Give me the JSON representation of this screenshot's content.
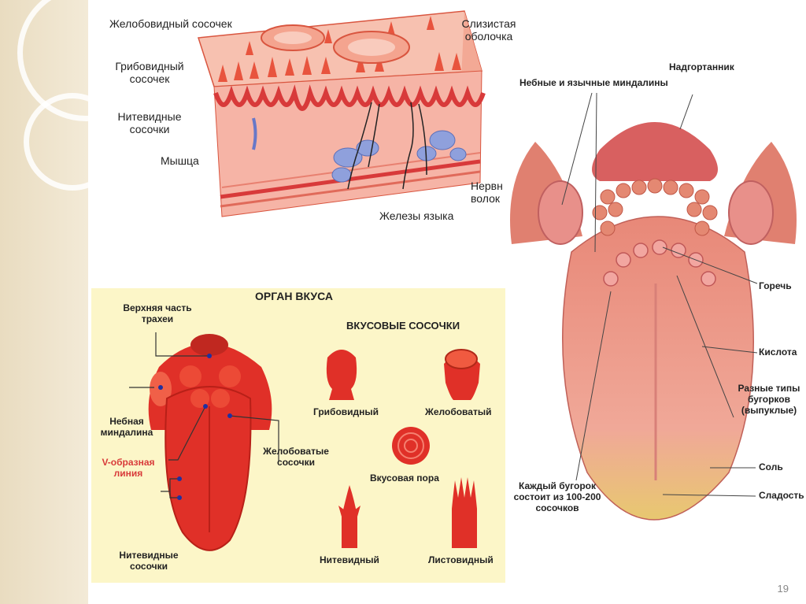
{
  "slide": {
    "page_number": "19"
  },
  "colors": {
    "background_strip": "#ece0c6",
    "panel_yellow": "#fcf6c8",
    "tissue_red": "#d83a3a",
    "tissue_pink": "#f6b4a6",
    "gland_blue": "#7f92d0",
    "tongue_red": "#e03028",
    "tongue_pink": "#f0a898",
    "root_brown": "#c47060"
  },
  "tissue_diagram": {
    "labels": {
      "grooved_papilla": "Желобовидный сосочек",
      "mucosa_line1": "Слизистая",
      "mucosa_line2": "оболочка",
      "fungiform_line1": "Грибовидный",
      "fungiform_line2": "сосочек",
      "filiform_line1": "Нитевидные",
      "filiform_line2": "сосочки",
      "muscle": "Мышца",
      "nerve_line1": "Нервн",
      "nerve_line2": "волок",
      "glands": "Железы языка"
    }
  },
  "taste_organ": {
    "title": "ОРГАН ВКУСА",
    "papillae_title": "ВКУСОВЫЕ СОСОЧКИ",
    "labels": {
      "trachea_line1": "Верхняя часть",
      "trachea_line2": "трахеи",
      "tonsil_line1": "Небная",
      "tonsil_line2": "миндалина",
      "v_line_line1": "V-образная",
      "v_line_line2": "линия",
      "grooved_line1": "Желобоватые",
      "grooved_line2": "сосочки",
      "filiform_line1": "Нитевидные",
      "filiform_line2": "сосочки"
    },
    "papillae": {
      "fungiform": "Грибовидный",
      "grooved": "Желобоватый",
      "taste_pore": "Вкусовая пора",
      "filiform": "Нитевидный",
      "foliate": "Листовидный"
    }
  },
  "tongue_map": {
    "labels": {
      "epiglottis": "Надгортанник",
      "tonsils": "Небные и язычные миндалины",
      "bitter": "Горечь",
      "sour": "Кислота",
      "types_line1": "Разные типы",
      "types_line2": "бугорков",
      "types_line3": "(выпуклые)",
      "salt": "Соль",
      "sweet": "Сладость",
      "bump_line1": "Каждый бугорок",
      "bump_line2": "состоит из 100-200",
      "bump_line3": "сосочков"
    }
  }
}
